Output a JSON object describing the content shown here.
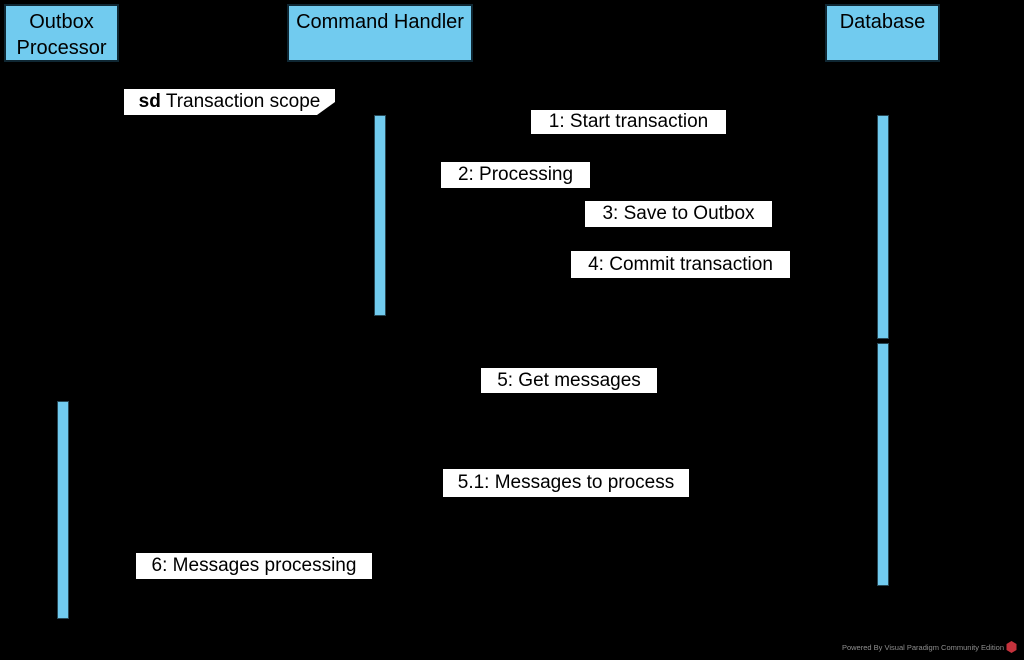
{
  "diagram_type": "uml-sequence-diagram",
  "participants": [
    {
      "label": "Outbox Processor",
      "line1": "Outbox",
      "line2": "Processor"
    },
    {
      "label": "Command Handler"
    },
    {
      "label": "Database"
    }
  ],
  "fragment": {
    "keyword": "sd",
    "title": "Transaction scope"
  },
  "messages": [
    {
      "label": "1: Start transaction"
    },
    {
      "label": "2: Processing"
    },
    {
      "label": "3: Save to Outbox"
    },
    {
      "label": "4: Commit transaction"
    },
    {
      "label": "5: Get messages"
    },
    {
      "label": "5.1: Messages to process"
    },
    {
      "label": "6: Messages processing"
    }
  ],
  "colors": {
    "background": "#000000",
    "participant_fill": "#71CBEF",
    "participant_border": "#0F2733",
    "activation_fill": "#71CBEF",
    "label_background": "#FFFFFF",
    "text": "#000000",
    "watermark_text_color": "#8E8E8E",
    "watermark_logo_red": "#C5323C"
  },
  "watermark": {
    "text": "Powered By Visual Paradigm Community Edition"
  }
}
